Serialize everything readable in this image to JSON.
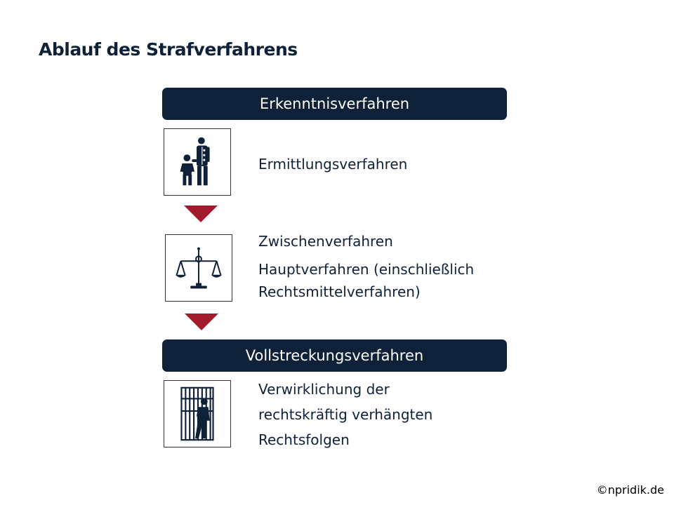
{
  "title": "Ablauf des Strafverfahrens",
  "phases": {
    "erkenntnis": "Erkenntnisverfahren",
    "vollstreckung": "Vollstreckungsverfahren"
  },
  "steps": {
    "ermittlung": "Ermittlungsverfahren",
    "zwischen": "Zwischenverfahren",
    "haupt_line1": "Hauptverfahren (einschließlich",
    "haupt_line2": "Rechtsmittelverfahren)",
    "vollstreckung_line1": "Verwirklichung der",
    "vollstreckung_line2": "rechtskräftig verhängten",
    "vollstreckung_line3": "Rechtsfolgen"
  },
  "icons": {
    "police": "police-arrest-icon",
    "scales": "scales-of-justice-icon",
    "prison": "prison-bars-icon"
  },
  "colors": {
    "navy": "#0f2138",
    "arrow_red": "#a31a2c"
  },
  "copyright": "©npridik.de"
}
